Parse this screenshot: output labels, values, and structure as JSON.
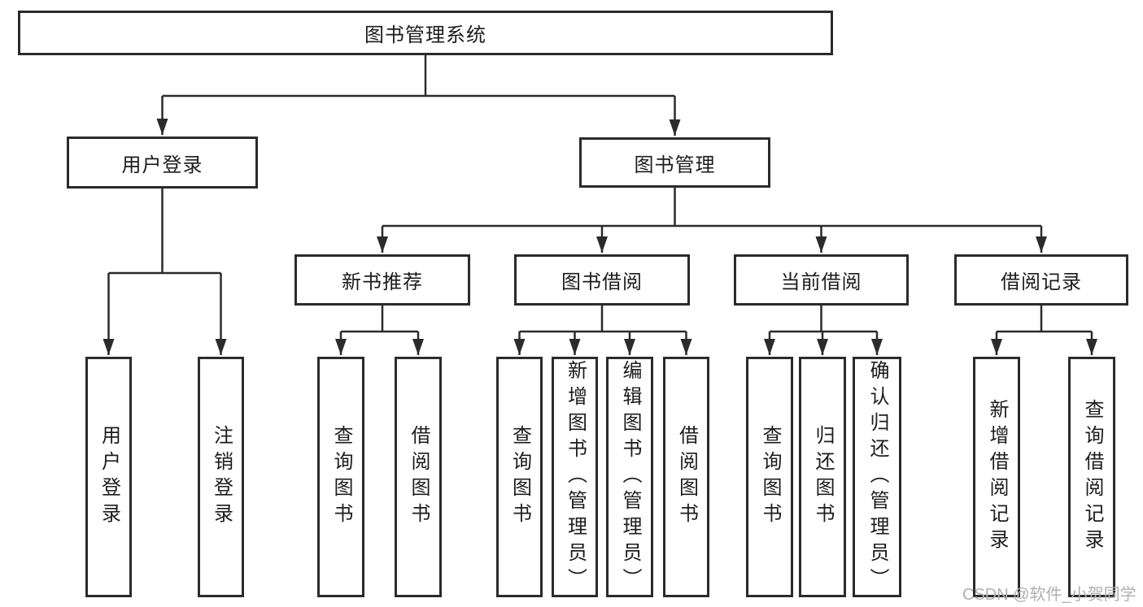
{
  "tree": {
    "root": {
      "label": "图书管理系统",
      "children": [
        {
          "label": "用户登录",
          "children": [
            {
              "label": "用户登录"
            },
            {
              "label": "注销登录"
            }
          ]
        },
        {
          "label": "图书管理",
          "children": [
            {
              "label": "新书推荐",
              "children": [
                {
                  "label": "查询图书"
                },
                {
                  "label": "借阅图书"
                }
              ]
            },
            {
              "label": "图书借阅",
              "children": [
                {
                  "label": "查询图书"
                },
                {
                  "label": "新增图书（管理员）"
                },
                {
                  "label": "编辑图书（管理员）"
                },
                {
                  "label": "借阅图书"
                }
              ]
            },
            {
              "label": "当前借阅",
              "children": [
                {
                  "label": "查询图书"
                },
                {
                  "label": "归还图书"
                },
                {
                  "label": "确认归还（管理员）"
                }
              ]
            },
            {
              "label": "借阅记录",
              "children": [
                {
                  "label": "新增借阅记录"
                },
                {
                  "label": "查询借阅记录"
                }
              ]
            }
          ]
        }
      ]
    }
  },
  "watermark": {
    "text": "CSDN @软件_小贺同学"
  },
  "colors": {
    "line": "#2b2b2b",
    "box_border": "#2b2b2b",
    "box_fill": "#ffffff",
    "text": "#1c1c1c",
    "watermark": "#b0b0b0"
  }
}
